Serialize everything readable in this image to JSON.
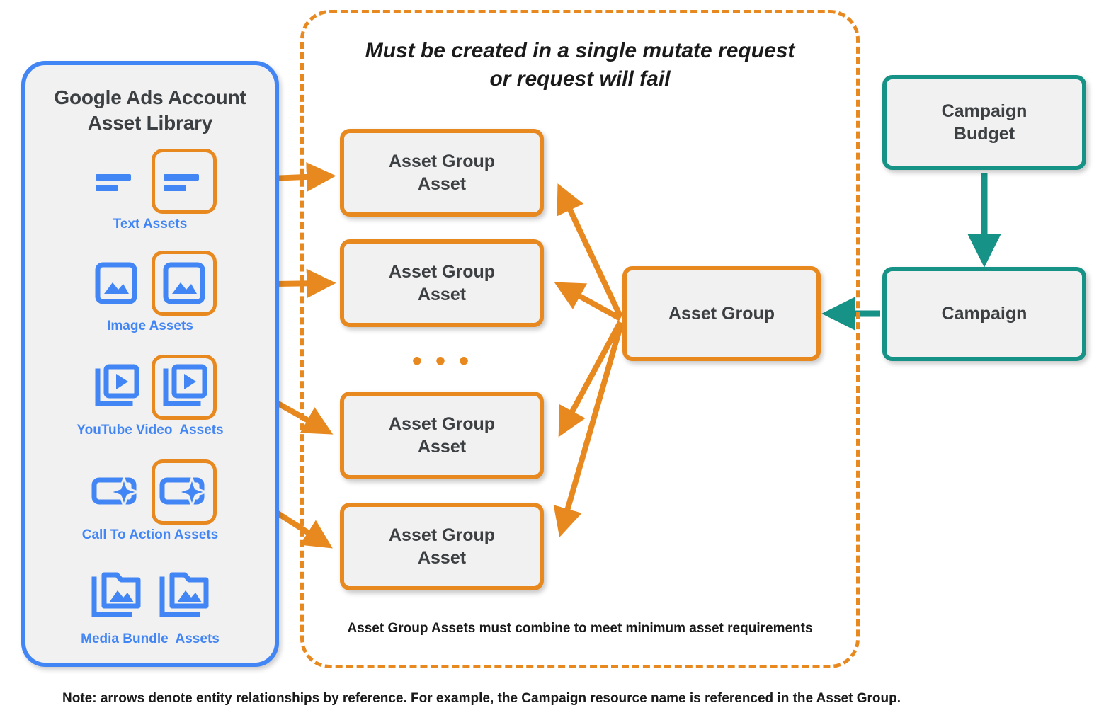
{
  "colors": {
    "blue": "#4285F4",
    "orange": "#E8891F",
    "teal": "#179287",
    "node_fill": "#f1f1f1",
    "text_dark": "#3c4043",
    "text_black": "#1a1a1a"
  },
  "asset_panel": {
    "title": "Google Ads Account\nAsset Library",
    "title_line1": "Google Ads Account",
    "title_line2": "Asset Library",
    "items": [
      {
        "label": "Text Assets",
        "icon": "text-lines-icon",
        "highlighted": true
      },
      {
        "label": "Image Assets",
        "icon": "image-icon",
        "highlighted": true
      },
      {
        "label": "YouTube Video  Assets",
        "icon": "video-stack-icon",
        "highlighted": true
      },
      {
        "label": "Call To Action Assets",
        "icon": "call-to-action-sparkle-icon",
        "highlighted": true
      },
      {
        "label": "Media Bundle  Assets",
        "icon": "media-bundle-folder-icon",
        "highlighted": false
      }
    ]
  },
  "mutate_container": {
    "title_line1": "Must be created in a single mutate request",
    "title_line2": "or request will fail",
    "footnote": "Asset Group Assets must combine to meet minimum asset requirements",
    "asset_group_assets": [
      {
        "line1": "Asset Group",
        "line2": "Asset"
      },
      {
        "line1": "Asset Group",
        "line2": "Asset"
      },
      {
        "line1": "Asset Group",
        "line2": "Asset"
      },
      {
        "line1": "Asset Group",
        "line2": "Asset"
      }
    ],
    "ellipsis": "• • •"
  },
  "nodes": {
    "asset_group": "Asset Group",
    "campaign_budget_line1": "Campaign",
    "campaign_budget_line2": "Budget",
    "campaign": "Campaign"
  },
  "bottom_note": "Note: arrows denote entity relationships by reference. For example, the Campaign resource name is referenced in the Asset Group."
}
